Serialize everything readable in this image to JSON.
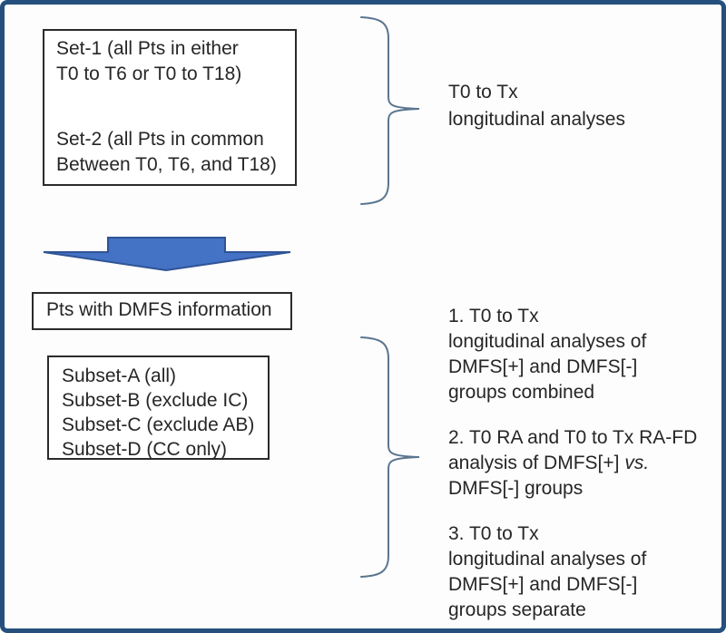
{
  "diagram": {
    "colors": {
      "frame": "#25507d",
      "box_border": "#2b2b2b",
      "text": "#262626",
      "arrow_fill": "#4472c4",
      "arrow_stroke": "#2f5496",
      "brace": "#5b7590"
    },
    "sets_box": {
      "set1_line1": "Set-1 (all Pts in either",
      "set1_line2": "T0 to T6 or T0 to T18)",
      "set2_line1": "Set-2 (all Pts in common",
      "set2_line2": "Between T0, T6, and T18)"
    },
    "top_label": {
      "line1": "T0 to Tx",
      "line2": "longitudinal analyses"
    },
    "dmfs_box": {
      "label": "Pts with DMFS information"
    },
    "subset_box": {
      "lines": [
        "Subset-A (all)",
        "Subset-B (exclude IC)",
        "Subset-C (exclude AB)",
        "Subset-D (CC only)"
      ]
    },
    "analyses": {
      "item1": {
        "line1": "1. T0 to Tx",
        "line2": "longitudinal analyses of",
        "line3": "DMFS[+] and DMFS[-]",
        "line4": "groups combined"
      },
      "item2": {
        "line1": "2. T0 RA and T0 to Tx RA-FD",
        "line2_prefix": "analysis of DMFS[+] ",
        "line2_italic": "vs.",
        "line3": "DMFS[-] groups"
      },
      "item3": {
        "line1": "3. T0 to Tx",
        "line2": "longitudinal analyses of",
        "line3": "DMFS[+] and DMFS[-]",
        "line4": "groups separate"
      }
    }
  }
}
